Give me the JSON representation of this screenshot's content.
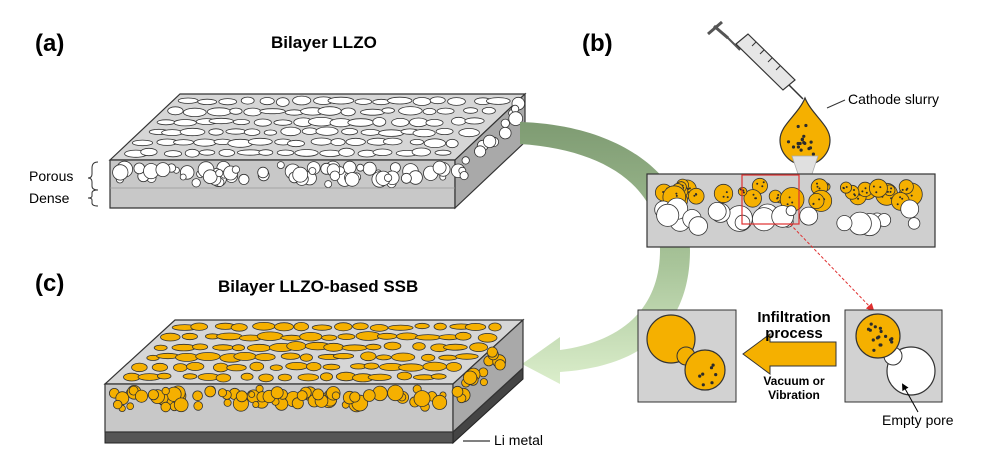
{
  "panels": {
    "a": {
      "label": "(a)",
      "title": "Bilayer LLZO"
    },
    "b": {
      "label": "(b)"
    },
    "c": {
      "label": "(c)",
      "title": "Bilayer LLZO-based SSB"
    }
  },
  "layer_labels": {
    "porous": "Porous",
    "dense": "Dense"
  },
  "annotations": {
    "cathode_slurry": "Cathode slurry",
    "infiltration_line1": "Infiltration",
    "infiltration_line2": "process",
    "method_line1": "Vacuum or",
    "method_line2": "Vibration",
    "empty_pore": "Empty pore",
    "li_metal": "Li metal"
  },
  "colors": {
    "slab_top": "#d6d6d6",
    "slab_front": "#c8c8c8",
    "slab_side": "#a9a9a9",
    "pore": "#ffffff",
    "slurry": "#f5b000",
    "particle": "#2b2b2b",
    "li_metal": "#555555",
    "arrow_dark": "#7f9c74",
    "arrow_light": "#d8ecc8",
    "marker": "#e03030"
  }
}
